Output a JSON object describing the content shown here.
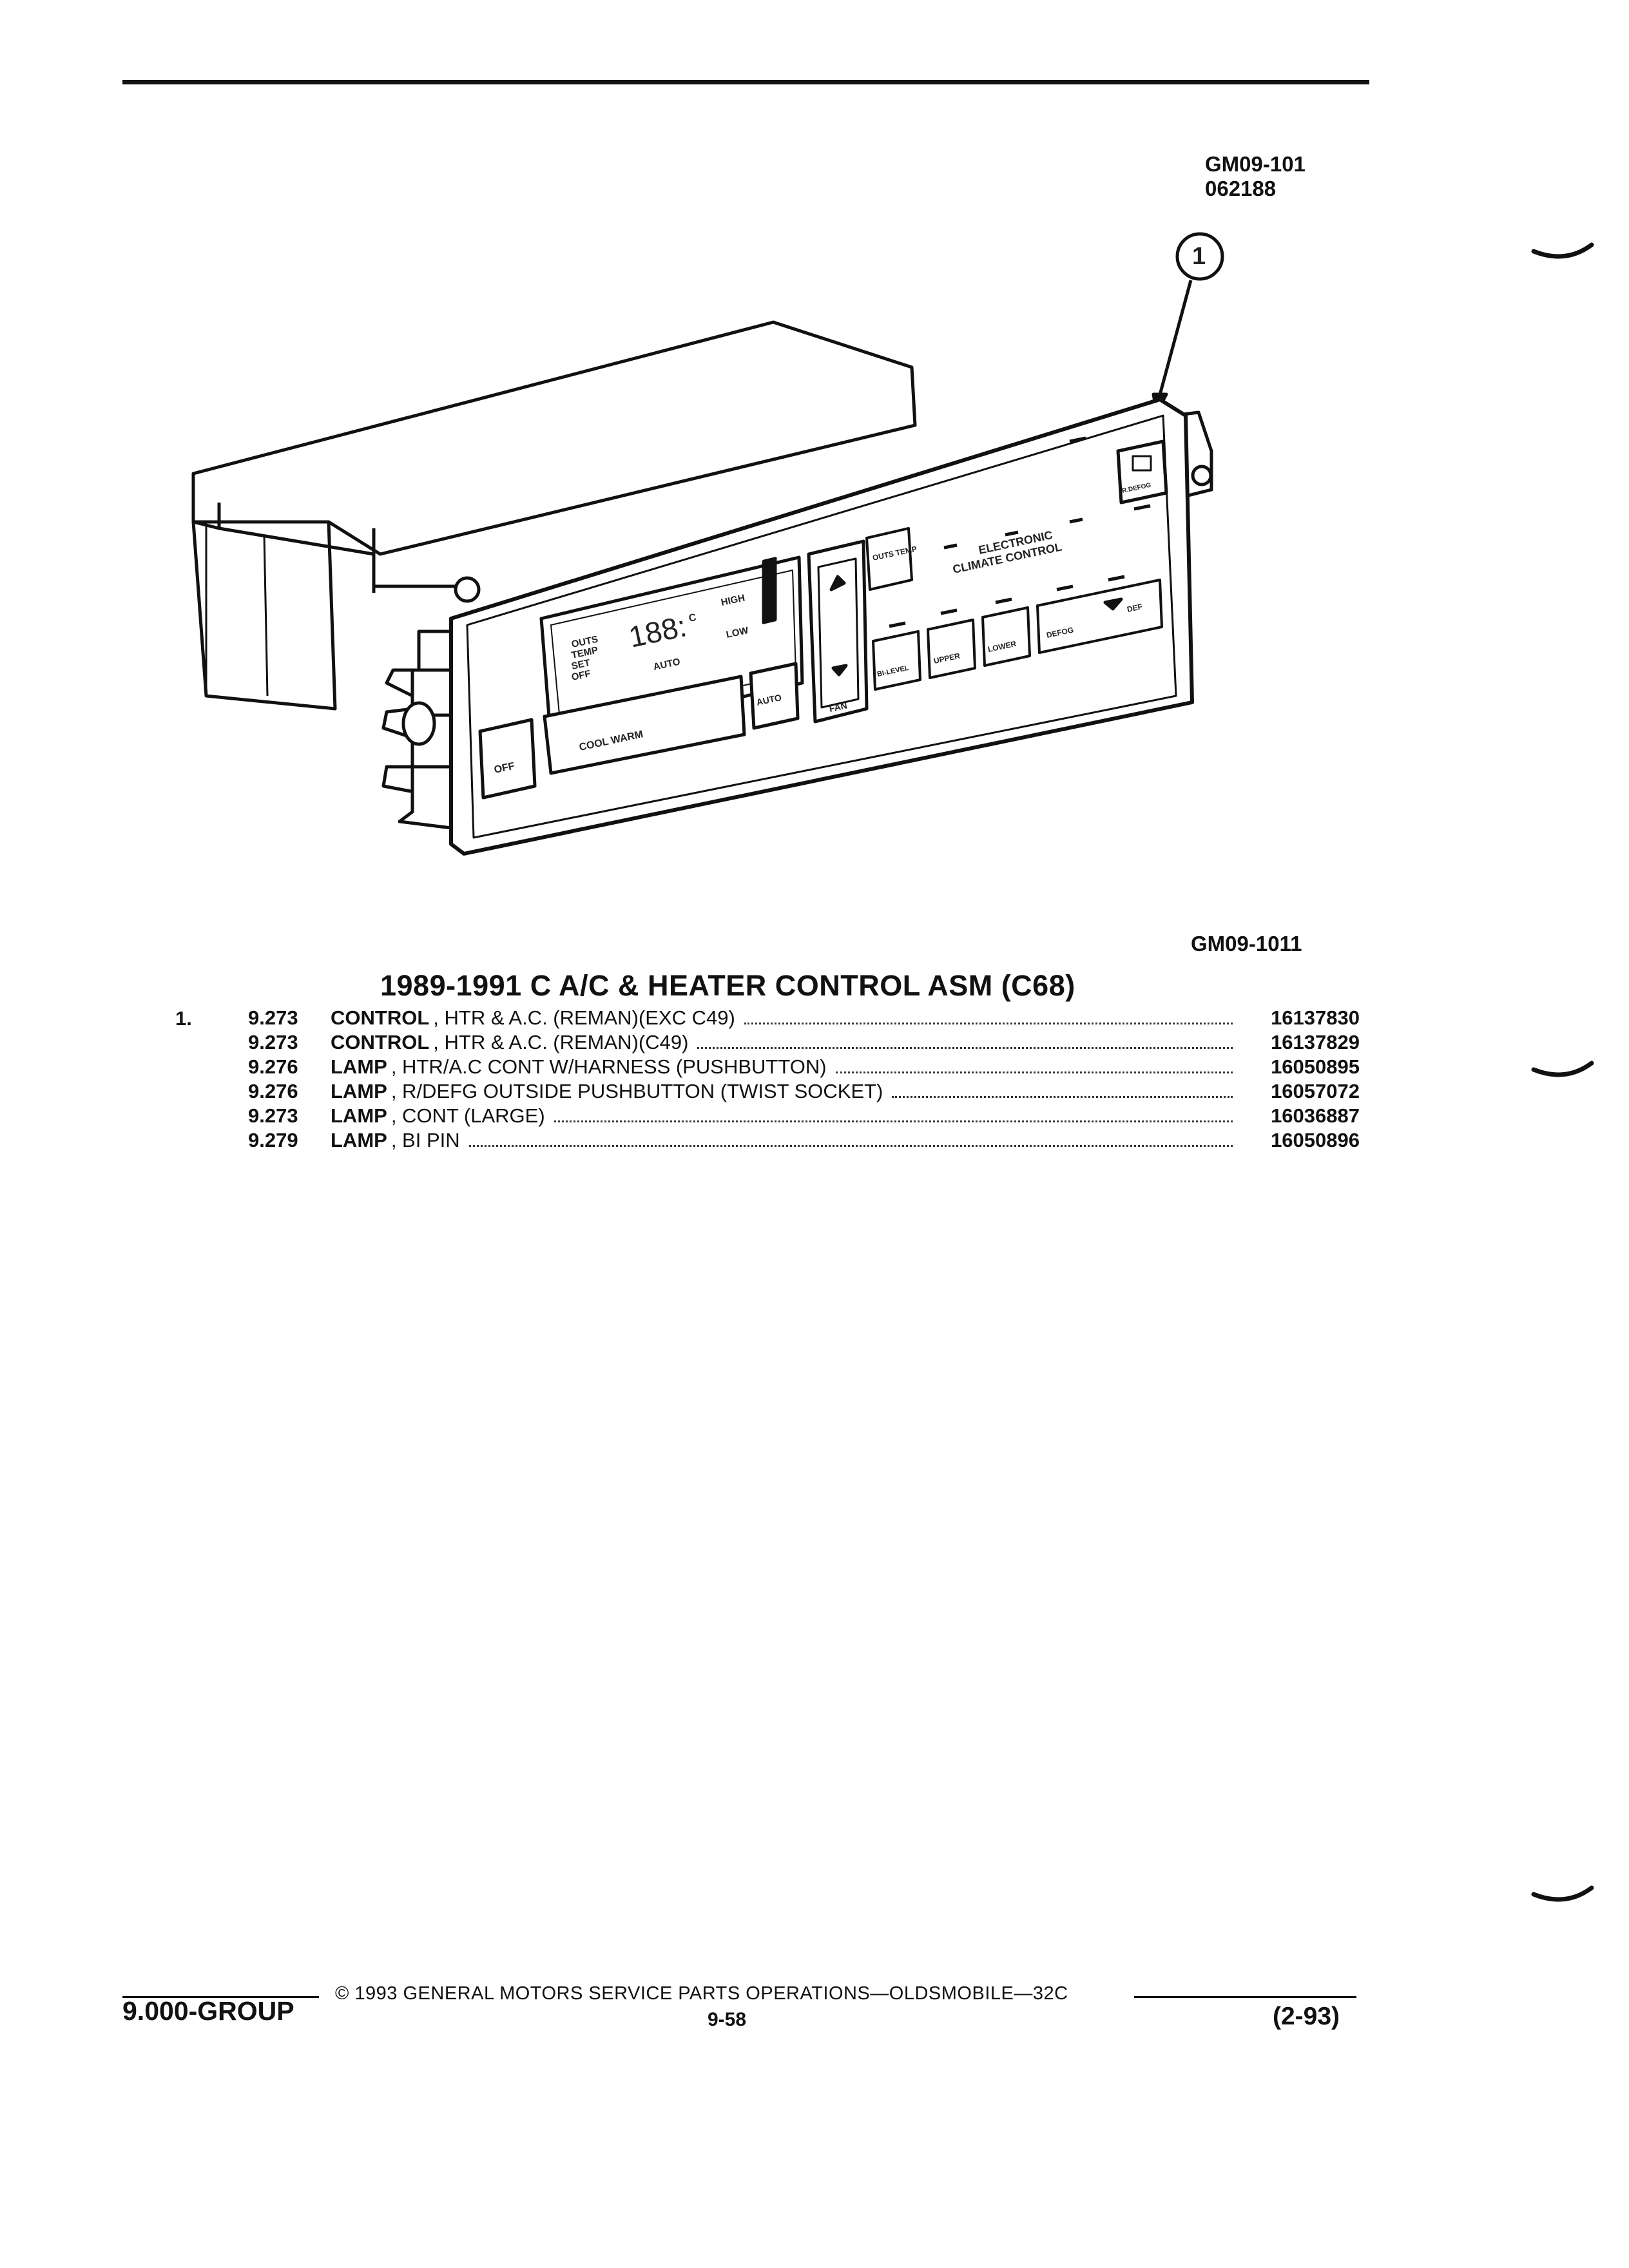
{
  "header": {
    "fig_code": "GM09-101",
    "fig_date": "062188"
  },
  "figure": {
    "callout": "1",
    "bottom_code": "GM09-1011",
    "labels": {
      "outs": "OUTS",
      "temp": "TEMP",
      "set": "SET",
      "off": "OFF",
      "display_digits": "188:",
      "display_unit": "C",
      "auto": "AUTO",
      "high": "HIGH",
      "low": "LOW",
      "outs_temp": "OUTS TEMP",
      "fan": "FAN",
      "brand_1": "ELECTRONIC",
      "brand_2": "CLIMATE CONTROL",
      "btn_off": "OFF",
      "btn_coolwarm": "COOL  WARM",
      "btn_auto": "AUTO",
      "btn_bilevel": "BI-LEVEL",
      "btn_upper": "UPPER",
      "btn_lower": "LOWER",
      "btn_defog": "DEFOG",
      "btn_def": "DEF",
      "btn_rdefog": "R.DEFOG"
    }
  },
  "title": "1989-1991 C A/C & HEATER CONTROL ASM (C68)",
  "item_number": "1.",
  "parts": [
    {
      "ref": "9.273",
      "name": "CONTROL",
      "desc": ", HTR & A.C. (REMAN)(EXC C49)",
      "part_no": "16137830"
    },
    {
      "ref": "9.273",
      "name": "CONTROL",
      "desc": ", HTR & A.C. (REMAN)(C49)",
      "part_no": "16137829"
    },
    {
      "ref": "9.276",
      "name": "LAMP",
      "desc": ", HTR/A.C CONT W/HARNESS (PUSHBUTTON)",
      "part_no": "16050895"
    },
    {
      "ref": "9.276",
      "name": "LAMP",
      "desc": ", R/DEFG OUTSIDE PUSHBUTTON (TWIST SOCKET)",
      "part_no": "16057072"
    },
    {
      "ref": "9.273",
      "name": "LAMP",
      "desc": ", CONT (LARGE)",
      "part_no": "16036887"
    },
    {
      "ref": "9.279",
      "name": "LAMP",
      "desc": ", BI PIN",
      "part_no": "16050896"
    }
  ],
  "footer": {
    "group": "9.000-GROUP",
    "copyright": "© 1993  GENERAL MOTORS SERVICE PARTS OPERATIONS—OLDSMOBILE—32C",
    "page": "9-58",
    "revision": "(2-93)"
  }
}
